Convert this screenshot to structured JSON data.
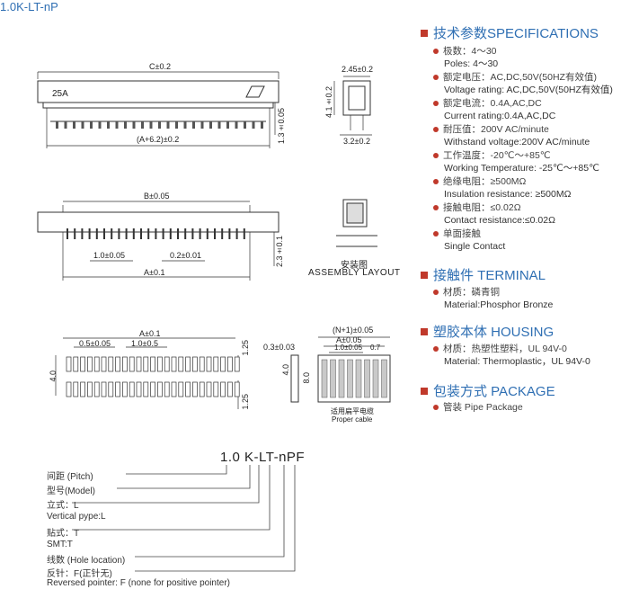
{
  "page_title": "1.0K-LT-nP",
  "sections": {
    "spec_heading": "技术参数SPECIFICATIONS",
    "terminal_heading": "接触件 TERMINAL",
    "housing_heading": "塑胶本体 HOUSING",
    "package_heading": "包装方式  PACKAGE"
  },
  "specs": [
    {
      "zh": "极数：4～30",
      "en": "Poles: 4～30"
    },
    {
      "zh": "额定电压：AC,DC,50V(50HZ有效值)",
      "en": "Voltage rating: AC,DC,50V(50HZ有效值)"
    },
    {
      "zh": "额定电流：0.4A,AC,DC",
      "en": "Current rating:0.4A,AC,DC"
    },
    {
      "zh": "耐压值：200V AC/minute",
      "en": "Withstand voltage:200V AC/minute"
    },
    {
      "zh": "工作温度：-20℃～+85℃",
      "en": "Working Temperature: -25℃～+85℃"
    },
    {
      "zh": "绝缘电阻：≥500MΩ",
      "en": "Insulation resistance: ≥500MΩ"
    },
    {
      "zh": "接触电阻：≤0.02Ω",
      "en": "Contact resistance:≤0.02Ω"
    },
    {
      "zh": "单面接触",
      "en": "Single Contact"
    }
  ],
  "terminal": {
    "zh": "材质：磷青铜",
    "en": "Material:Phosphor Bronze"
  },
  "housing": {
    "zh": "材质：热塑性塑料，UL 94V-0",
    "en": "Material: Thermoplastic，UL 94V-0"
  },
  "package": {
    "zh": "管装 Pipe Package"
  },
  "drawing": {
    "c_dim": "C±0.2",
    "a62_dim": "(A+6.2)±0.2",
    "h13_dim": "1.3±0.05",
    "w245_dim": "2.45±0.2",
    "h41_dim": "4.1±0.2",
    "w32_dim": "3.2±0.2",
    "marking": "25A",
    "b_dim": "B±0.05",
    "pitch_dim": "1.0±0.05",
    "pin_dim": "0.2±0.01",
    "a01_dim": "A±0.1",
    "h23_dim": "2.3±0.1",
    "assembly_zh": "安装图",
    "assembly_en": "ASSEMBLY LAYOUT",
    "pad_a_dim": "A±0.1",
    "pad_w_dim": "0.5±0.05",
    "pad_p_dim": "1.0±0.5",
    "pad_125a": "1.25",
    "pad_125b": "1.25",
    "pad_40": "4.0",
    "cable_03": "0.3±0.03",
    "cable_40": "4.0",
    "cable_80": "8.0",
    "cable_n1": "(N+1)±0.05",
    "cable_a005": "A±0.05",
    "cable_10": "1.0±0.05",
    "cable_07": "0.7",
    "cable_zh": "适用扁平电缆",
    "cable_en": "Proper cable"
  },
  "part_number": "1.0 K-LT-nPF",
  "code_lines": [
    "间距 (Pitch)",
    "型号(Model)",
    "立式：L",
    "Vertical pype:L",
    "贴式：T",
    "SMT:T",
    "线数 (Hole location)",
    "反针：F(正针无)",
    "Reversed pointer: F (none for positive pointer)"
  ],
  "colors": {
    "accent_blue": "#2f6fb3",
    "bullet_red": "#c0392b"
  }
}
